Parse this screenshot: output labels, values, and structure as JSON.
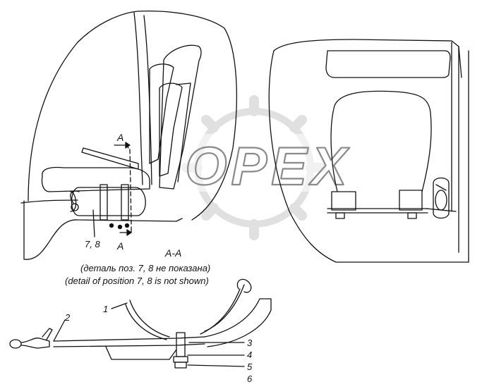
{
  "watermark": {
    "text": "OPEX"
  },
  "labels": {
    "section_mark_top": "A",
    "section_mark_bottom": "A",
    "callout_7_8": "7, 8",
    "section_title": "A-A",
    "note_ru": "(деталь поз. 7, 8 не показана)",
    "note_en": "(detail of position 7, 8 is not shown)",
    "pos_1": "1",
    "pos_2": "2",
    "pos_3": "3",
    "pos_4": "4",
    "pos_5": "5",
    "pos_6": "6"
  }
}
